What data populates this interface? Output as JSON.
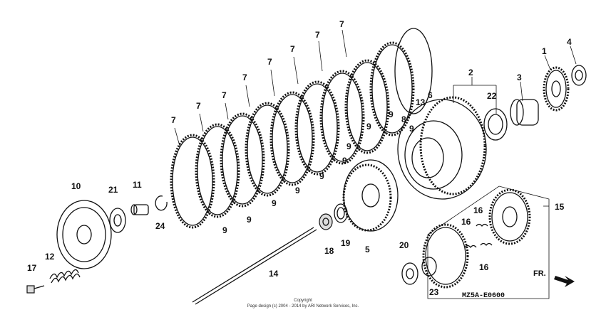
{
  "labels": {
    "p1": "1",
    "p2": "2",
    "p3": "3",
    "p4": "4",
    "p5": "5",
    "p6": "6",
    "p7": "7",
    "p8": "8",
    "p9": "9",
    "p10": "10",
    "p11": "11",
    "p12": "12",
    "p13": "13",
    "p14": "14",
    "p15": "15",
    "p16": "16",
    "p17": "17",
    "p18": "18",
    "p19": "19",
    "p20": "20",
    "p21": "21",
    "p22": "22",
    "p23": "23",
    "p24": "24"
  },
  "diagram_code": "MZ5A-E0600",
  "direction": "FR.",
  "copyright_line1": "Copyright",
  "copyright_line2": "Page design (c) 2004 - 2014 by ARI Network Services, Inc."
}
